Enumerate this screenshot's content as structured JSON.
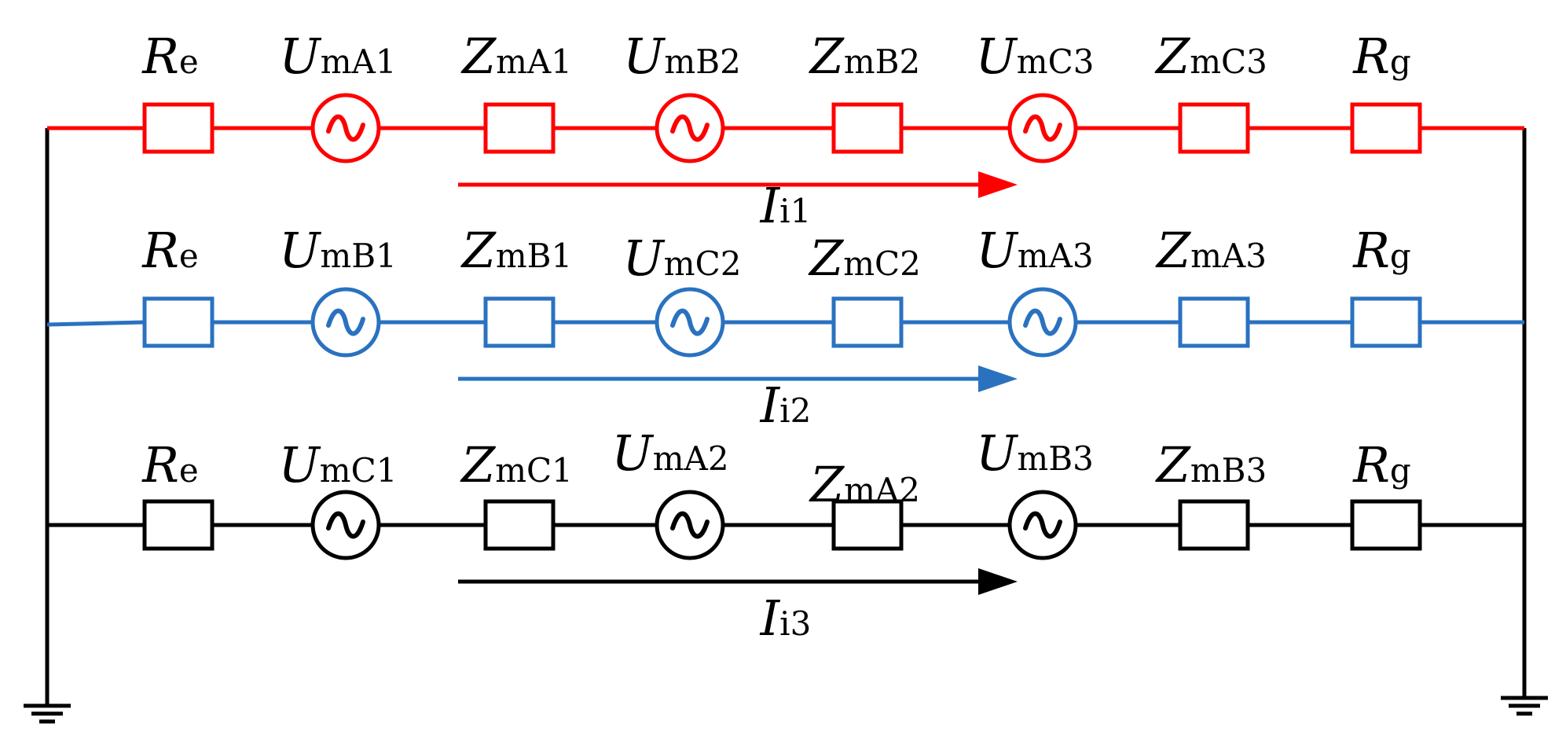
{
  "colors": {
    "line1": "#ff0000",
    "line2": "#2a72c0",
    "line3": "#000000",
    "ground": "#000000"
  },
  "symbols": [
    "ac-source-icon",
    "resistor",
    "ground-icon",
    "current-arrow"
  ],
  "lines": [
    {
      "id": "line1",
      "color": "#ff0000",
      "components": [
        {
          "type": "resistor",
          "symbol": "R",
          "sub": "e"
        },
        {
          "type": "source",
          "symbol": "U",
          "sub": "mA1"
        },
        {
          "type": "resistor",
          "symbol": "Z",
          "sub": "mA1"
        },
        {
          "type": "source",
          "symbol": "U",
          "sub": "mB2"
        },
        {
          "type": "resistor",
          "symbol": "Z",
          "sub": "mB2"
        },
        {
          "type": "source",
          "symbol": "U",
          "sub": "mC3"
        },
        {
          "type": "resistor",
          "symbol": "Z",
          "sub": "mC3"
        },
        {
          "type": "resistor",
          "symbol": "R",
          "sub": "g"
        }
      ],
      "current": {
        "symbol": "I",
        "sub": "i1"
      }
    },
    {
      "id": "line2",
      "color": "#2a72c0",
      "components": [
        {
          "type": "resistor",
          "symbol": "R",
          "sub": "e"
        },
        {
          "type": "source",
          "symbol": "U",
          "sub": "mB1"
        },
        {
          "type": "resistor",
          "symbol": "Z",
          "sub": "mB1"
        },
        {
          "type": "source",
          "symbol": "U",
          "sub": "mC2"
        },
        {
          "type": "resistor",
          "symbol": "Z",
          "sub": "mC2"
        },
        {
          "type": "source",
          "symbol": "U",
          "sub": "mA3"
        },
        {
          "type": "resistor",
          "symbol": "Z",
          "sub": "mA3"
        },
        {
          "type": "resistor",
          "symbol": "R",
          "sub": "g"
        }
      ],
      "current": {
        "symbol": "I",
        "sub": "i2"
      }
    },
    {
      "id": "line3",
      "color": "#000000",
      "components": [
        {
          "type": "resistor",
          "symbol": "R",
          "sub": "e"
        },
        {
          "type": "source",
          "symbol": "U",
          "sub": "mC1"
        },
        {
          "type": "resistor",
          "symbol": "Z",
          "sub": "mC1"
        },
        {
          "type": "source",
          "symbol": "U",
          "sub": "mA2"
        },
        {
          "type": "resistor",
          "symbol": "Z",
          "sub": "mA2"
        },
        {
          "type": "source",
          "symbol": "U",
          "sub": "mB3"
        },
        {
          "type": "resistor",
          "symbol": "Z",
          "sub": "mB3"
        },
        {
          "type": "resistor",
          "symbol": "R",
          "sub": "g"
        }
      ],
      "current": {
        "symbol": "I",
        "sub": "i3"
      }
    }
  ]
}
